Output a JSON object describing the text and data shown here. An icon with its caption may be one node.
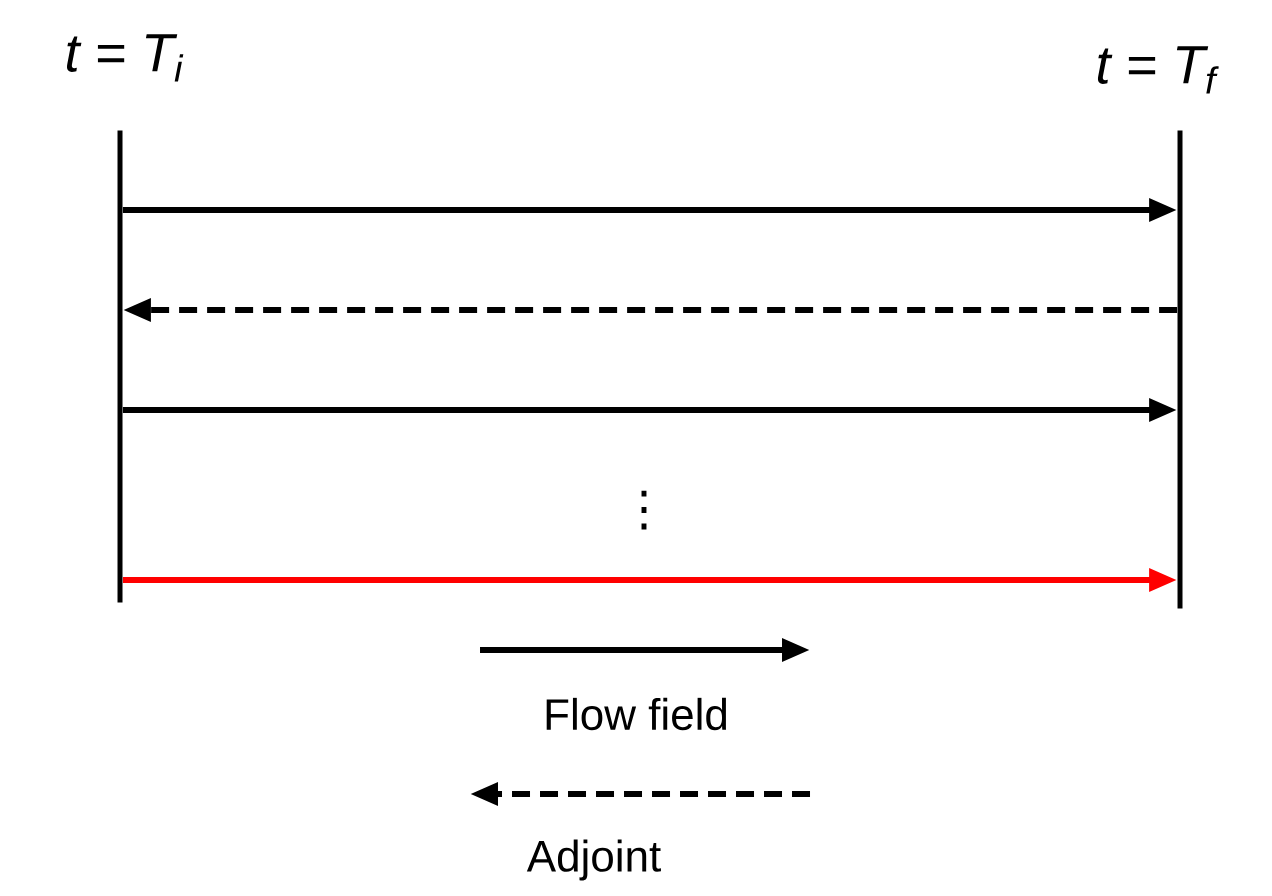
{
  "diagram": {
    "nodes": [
      {
        "text": [
          "t = T$_{i}$"
        ]
      },
      {
        "text": [
          "t = T$_{f}$"
        ]
      }
    ],
    "edges": [
      {
        "from": 0,
        "to": 1,
        "arrow": "to"
      },
      {
        "from": 1,
        "to": 0,
        "arrow": "to",
        "style": "dashed"
      },
      {
        "from": 0,
        "to": 1,
        "arrow": "to"
      },
      {
        "from": 0,
        "to": 1,
        "arrow": "to",
        "color": "#ff0000"
      }
    ],
    "labels": [
      "⋮"
    ],
    "legend": [
      {
        "text": "Flow field"
      },
      {
        "text": "Adjoint"
      }
    ]
  }
}
